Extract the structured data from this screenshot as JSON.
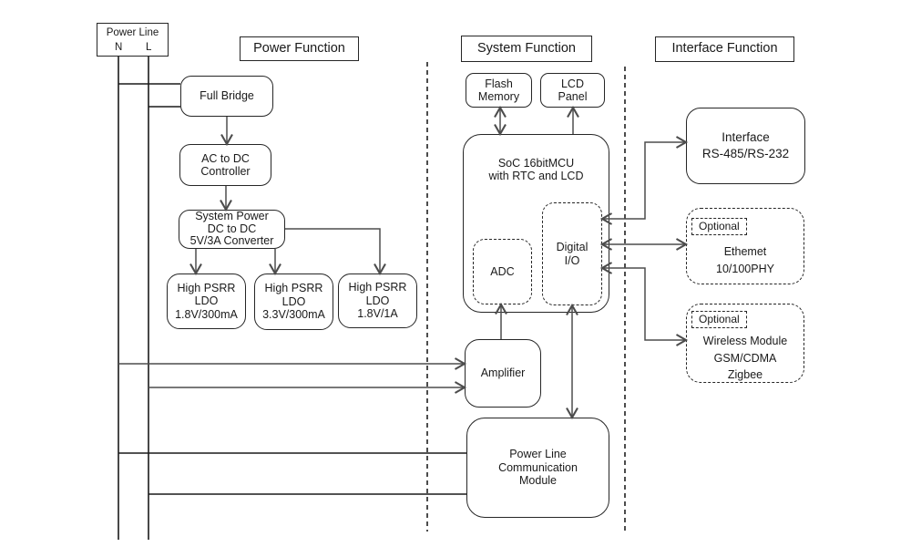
{
  "diagram": {
    "power_line": {
      "title": "Power Line",
      "n_label": "N",
      "l_label": "L"
    },
    "sections": [
      {
        "title": "Power Function"
      },
      {
        "title": "System Function"
      },
      {
        "title": "Interface Function"
      }
    ],
    "blocks": {
      "full_bridge": "Full Bridge",
      "ac_dc_controller": "AC to DC\nController",
      "system_power": "System Power\nDC to DC\n5V/3A Converter",
      "ldo_1v8_300ma": "High PSRR\nLDO\n1.8V/300mA",
      "ldo_3v3_300ma": "High PSRR\nLDO\n3.3V/300mA",
      "ldo_1v8_1a": "High PSRR\nLDO\n1.8V/1A",
      "flash_memory": "Flash\nMemory",
      "lcd_panel": "LCD\nPanel",
      "soc": "SoC 16bitMCU\nwith RTC and LCD",
      "adc": "ADC",
      "digital_io": "Digital\nI/O",
      "amplifier": "Amplifier",
      "plc_module": "Power Line\nCommunication\nModule",
      "rs_interface": "Interface\nRS-485/RS-232",
      "optional_label": "Optional",
      "ethernet": "Ethemet\n10/100PHY",
      "wireless": "Wireless Module\nGSM/CDMA\nZigbee"
    },
    "line_color": "#4d4d4d",
    "border_color": "#262626"
  }
}
